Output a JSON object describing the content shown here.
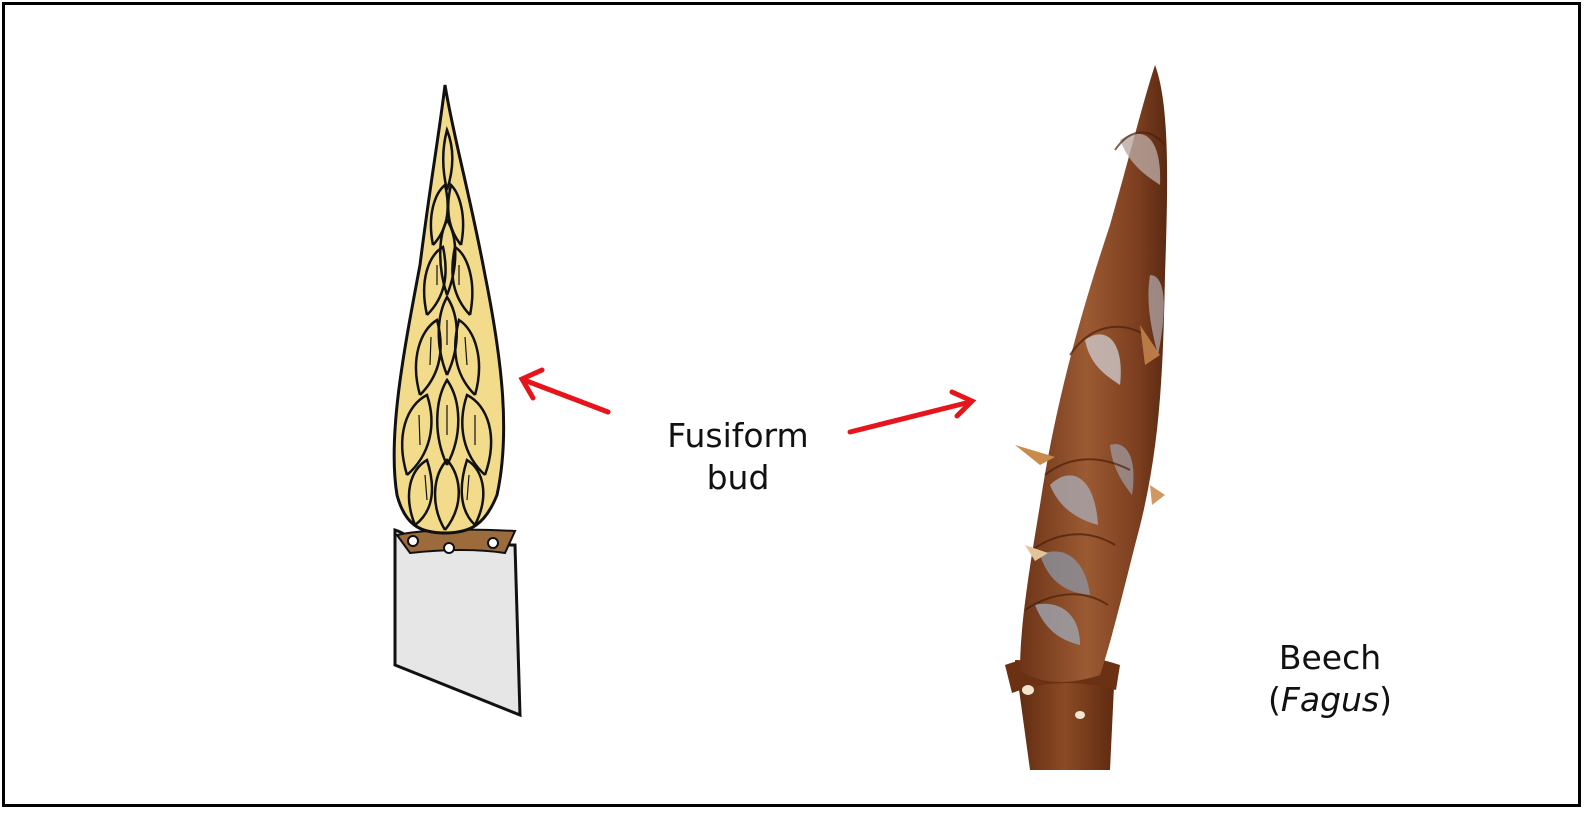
{
  "labels": {
    "bud_type_line1": "Fusiform",
    "bud_type_line2": "bud",
    "species_common": "Beech",
    "species_genus": "Fagus",
    "paren_open": "(",
    "paren_close": ")"
  },
  "colors": {
    "arrow": "#e8141b",
    "bud_scale_fill": "#f3db8c",
    "stem_fill": "#e6e6e6",
    "photo_bud_brown": "#8a4a28",
    "frame_border": "#000000"
  }
}
